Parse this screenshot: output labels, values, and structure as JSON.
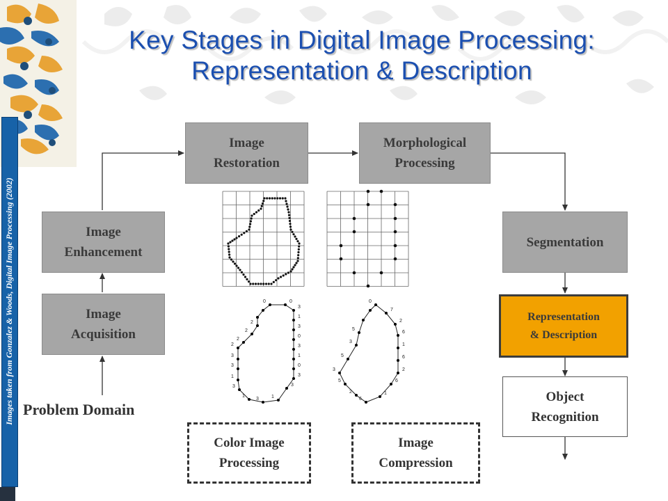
{
  "slide": {
    "title_line1": "Key Stages in Digital Image Processing:",
    "title_line2": "Representation & Description",
    "credit": "Images taken from Gonzalez & Woods, Digital Image Processing (2002)"
  },
  "stages": {
    "acquisition": [
      "Image",
      "Acquisition"
    ],
    "enhancement": [
      "Image",
      "Enhancement"
    ],
    "restoration": [
      "Image",
      "Restoration"
    ],
    "morphological": [
      "Morphological",
      "Processing"
    ],
    "segmentation": "Segmentation",
    "representation": [
      "Representation",
      "& Description"
    ],
    "recognition": [
      "Object",
      "Recognition"
    ],
    "color": [
      "Color Image",
      "Processing"
    ],
    "compression": [
      "Image",
      "Compression"
    ]
  },
  "problem_domain": "Problem Domain",
  "chain_code_labels": {
    "left": [
      "0",
      "0",
      "3",
      "1",
      "3",
      "0",
      "3",
      "1",
      "0",
      "3",
      "3",
      "1",
      "3",
      "1",
      "3",
      "1",
      "3",
      "3",
      "2",
      "2",
      "2",
      "2"
    ],
    "right": [
      "0",
      "7",
      "2",
      "6",
      "1",
      "6",
      "2",
      "6",
      "1",
      "6",
      "2",
      "5",
      "3",
      "5",
      "3",
      "5"
    ]
  },
  "colors": {
    "title": "#1b4fb0",
    "stage_box": "#a6a6a6",
    "highlight_box": "#f2a100",
    "credit_bar": "#1762a8"
  }
}
